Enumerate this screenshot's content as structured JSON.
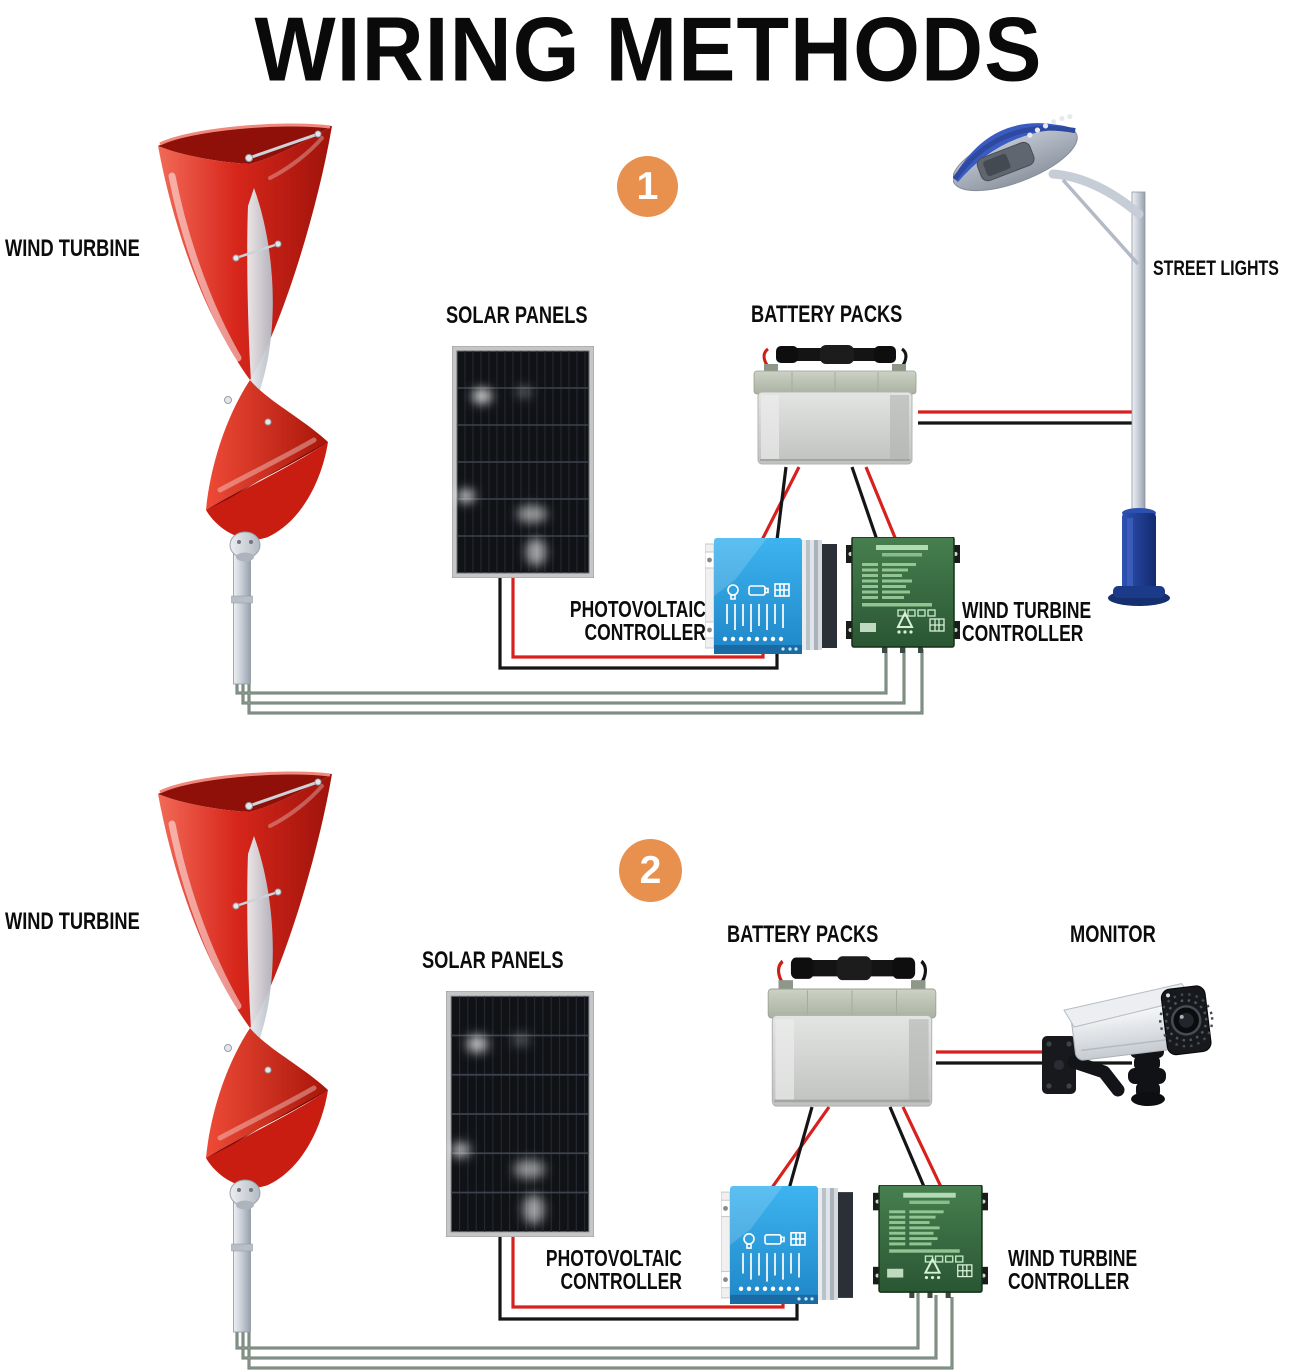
{
  "title": "WIRING METHODS",
  "colors": {
    "accent_orange": "#E8914E",
    "wire_red": "#D7211E",
    "wire_black": "#151515",
    "wire_ground_gray": "#66756B",
    "turbine_red": "#D7261B",
    "pv_controller_blue": "#2BA5E8",
    "wt_controller_green": "#35683E",
    "street_light_base_blue": "#1E3F9E"
  },
  "d1": {
    "number": "1",
    "wind_turbine": "WIND TURBINE",
    "solar_panels": "SOLAR PANELS",
    "battery_packs": "BATTERY PACKS",
    "pv_line1": "PHOTOVOLTAIC",
    "pv_line2": "CONTROLLER",
    "wt_line1": "WIND TURBINE",
    "wt_line2": "CONTROLLER",
    "load": "STREET LIGHTS"
  },
  "d2": {
    "number": "2",
    "wind_turbine": "WIND TURBINE",
    "solar_panels": "SOLAR PANELS",
    "battery_packs": "BATTERY PACKS",
    "pv_line1": "PHOTOVOLTAIC",
    "pv_line2": "CONTROLLER",
    "wt_line1": "WIND TURBINE",
    "wt_line2": "CONTROLLER",
    "load": "MONITOR"
  }
}
